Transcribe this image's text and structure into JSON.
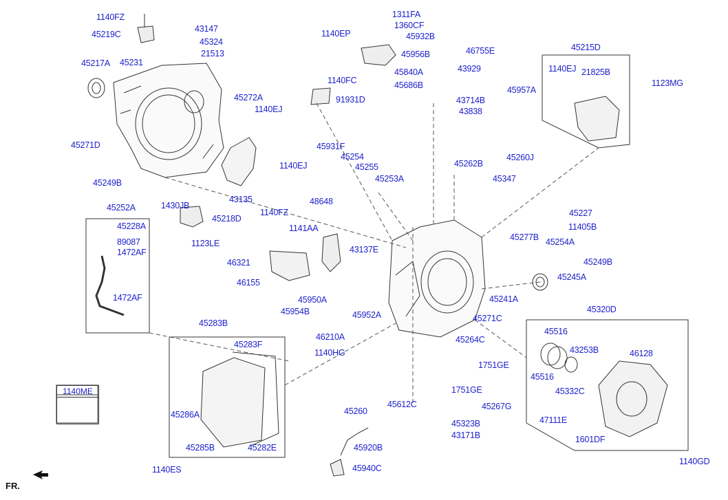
{
  "diagram": {
    "labels": [
      {
        "id": "1140FZ_top",
        "text": "1140FZ"
      },
      {
        "id": "45219C",
        "text": "45219C"
      },
      {
        "id": "43147",
        "text": "43147"
      },
      {
        "id": "45324",
        "text": "45324"
      },
      {
        "id": "21513",
        "text": "21513"
      },
      {
        "id": "45217A",
        "text": "45217A"
      },
      {
        "id": "45231",
        "text": "45231"
      },
      {
        "id": "45272A",
        "text": "45272A"
      },
      {
        "id": "1140EJ_a",
        "text": "1140EJ"
      },
      {
        "id": "45271D",
        "text": "45271D"
      },
      {
        "id": "45249B_a",
        "text": "45249B"
      },
      {
        "id": "1430JB",
        "text": "1430JB"
      },
      {
        "id": "43135",
        "text": "43135"
      },
      {
        "id": "1140FZ_b",
        "text": "1140FZ"
      },
      {
        "id": "45252A",
        "text": "45252A"
      },
      {
        "id": "45228A",
        "text": "45228A"
      },
      {
        "id": "89087",
        "text": "89087"
      },
      {
        "id": "1472AF_a",
        "text": "1472AF"
      },
      {
        "id": "1472AF_b",
        "text": "1472AF"
      },
      {
        "id": "45218D",
        "text": "45218D"
      },
      {
        "id": "1123LE",
        "text": "1123LE"
      },
      {
        "id": "1311FA",
        "text": "1311FA"
      },
      {
        "id": "1360CF",
        "text": "1360CF"
      },
      {
        "id": "1140EP",
        "text": "1140EP"
      },
      {
        "id": "45932B",
        "text": "45932B"
      },
      {
        "id": "45956B",
        "text": "45956B"
      },
      {
        "id": "46755E",
        "text": "46755E"
      },
      {
        "id": "45840A",
        "text": "45840A"
      },
      {
        "id": "45686B",
        "text": "45686B"
      },
      {
        "id": "1140FC",
        "text": "1140FC"
      },
      {
        "id": "91931D",
        "text": "91931D"
      },
      {
        "id": "43929",
        "text": "43929"
      },
      {
        "id": "43714B",
        "text": "43714B"
      },
      {
        "id": "43838",
        "text": "43838"
      },
      {
        "id": "45957A",
        "text": "45957A"
      },
      {
        "id": "45215D",
        "text": "45215D"
      },
      {
        "id": "1140EJ_b",
        "text": "1140EJ"
      },
      {
        "id": "21825B",
        "text": "21825B"
      },
      {
        "id": "1123MG",
        "text": "1123MG"
      },
      {
        "id": "45931F",
        "text": "45931F"
      },
      {
        "id": "45254",
        "text": "45254"
      },
      {
        "id": "45255",
        "text": "45255"
      },
      {
        "id": "1140EJ_c",
        "text": "1140EJ"
      },
      {
        "id": "45253A",
        "text": "45253A"
      },
      {
        "id": "48648",
        "text": "48648"
      },
      {
        "id": "45260J",
        "text": "45260J"
      },
      {
        "id": "45262B",
        "text": "45262B"
      },
      {
        "id": "45347",
        "text": "45347"
      },
      {
        "id": "45227",
        "text": "45227"
      },
      {
        "id": "11405B",
        "text": "11405B"
      },
      {
        "id": "1141AA",
        "text": "1141AA"
      },
      {
        "id": "43137E",
        "text": "43137E"
      },
      {
        "id": "46321",
        "text": "46321"
      },
      {
        "id": "46155",
        "text": "46155"
      },
      {
        "id": "45277B",
        "text": "45277B"
      },
      {
        "id": "45254A",
        "text": "45254A"
      },
      {
        "id": "45249B_b",
        "text": "45249B"
      },
      {
        "id": "45245A",
        "text": "45245A"
      },
      {
        "id": "45241A",
        "text": "45241A"
      },
      {
        "id": "45950A",
        "text": "45950A"
      },
      {
        "id": "45954B",
        "text": "45954B"
      },
      {
        "id": "45952A",
        "text": "45952A"
      },
      {
        "id": "45271C",
        "text": "45271C"
      },
      {
        "id": "45320D",
        "text": "45320D"
      },
      {
        "id": "45283B",
        "text": "45283B"
      },
      {
        "id": "45283F",
        "text": "45283F"
      },
      {
        "id": "46210A",
        "text": "46210A"
      },
      {
        "id": "45264C",
        "text": "45264C"
      },
      {
        "id": "1140HG",
        "text": "1140HG"
      },
      {
        "id": "45516_a",
        "text": "45516"
      },
      {
        "id": "43253B",
        "text": "43253B"
      },
      {
        "id": "46128",
        "text": "46128"
      },
      {
        "id": "1751GE_a",
        "text": "1751GE"
      },
      {
        "id": "45516_b",
        "text": "45516"
      },
      {
        "id": "1751GE_b",
        "text": "1751GE"
      },
      {
        "id": "45332C",
        "text": "45332C"
      },
      {
        "id": "45612C",
        "text": "45612C"
      },
      {
        "id": "45260",
        "text": "45260"
      },
      {
        "id": "45267G",
        "text": "45267G"
      },
      {
        "id": "45286A",
        "text": "45286A"
      },
      {
        "id": "45323B",
        "text": "45323B"
      },
      {
        "id": "47111E",
        "text": "47111E"
      },
      {
        "id": "43171B",
        "text": "43171B"
      },
      {
        "id": "1601DF",
        "text": "1601DF"
      },
      {
        "id": "45285B",
        "text": "45285B"
      },
      {
        "id": "45282E",
        "text": "45282E"
      },
      {
        "id": "45920B",
        "text": "45920B"
      },
      {
        "id": "1140GD",
        "text": "1140GD"
      },
      {
        "id": "1140ES",
        "text": "1140ES"
      },
      {
        "id": "45940C",
        "text": "45940C"
      }
    ],
    "box_1140ME": "1140ME",
    "front_marker": "FR."
  }
}
